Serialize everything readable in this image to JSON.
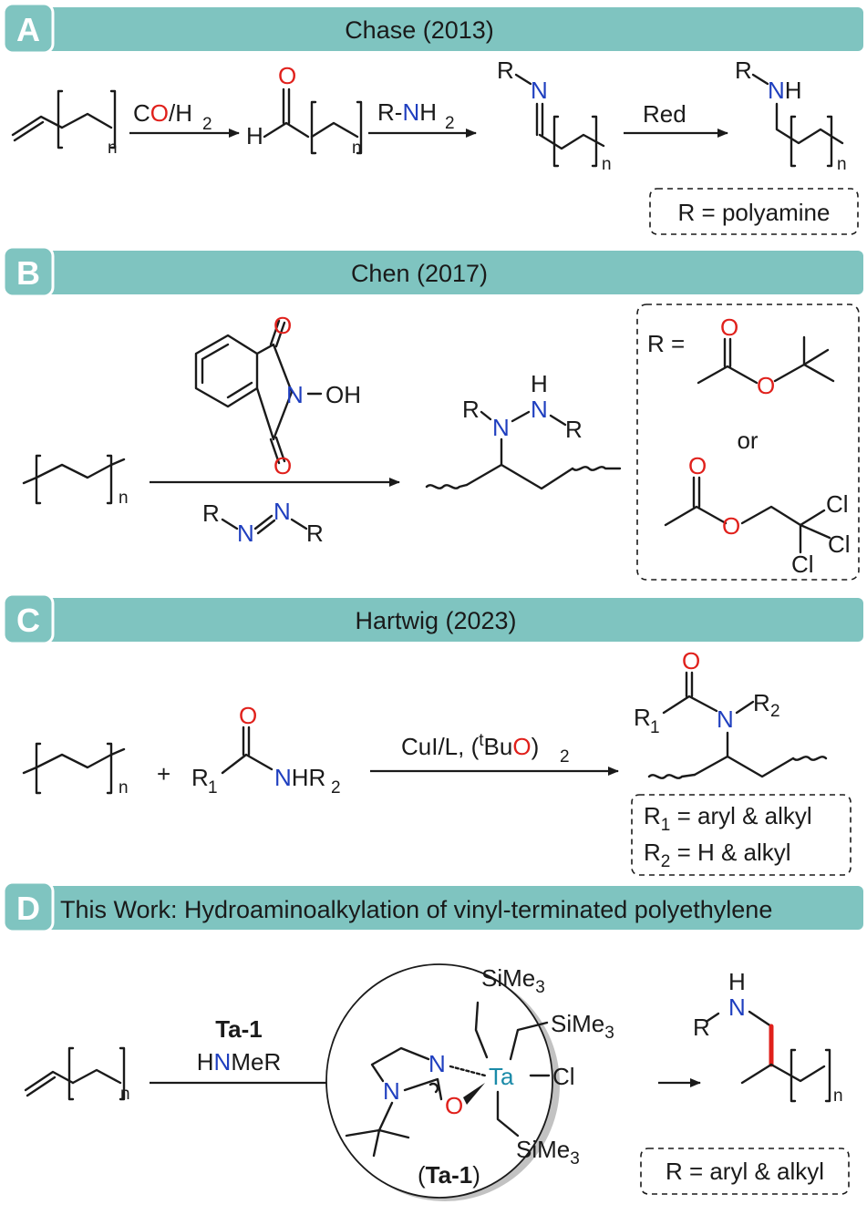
{
  "panels": {
    "a": {
      "badge": "A",
      "title": "Chase (2013)"
    },
    "b": {
      "badge": "B",
      "title": "Chen (2017)"
    },
    "c": {
      "badge": "C",
      "title": "Hartwig (2023)"
    },
    "d": {
      "badge": "D",
      "title": "This Work: Hydroaminoalkylation of vinyl-terminated polyethylene"
    }
  },
  "labels": {
    "n": "n",
    "O": "O",
    "N": "N",
    "H": "H",
    "R": "R",
    "Cl": "Cl",
    "sub2": "2",
    "sub3": "3",
    "sub1": "1",
    "NH": "NH",
    "N_OH": "N",
    "OH": "OH",
    "or": "or",
    "R_eq": "R =",
    "CO_slash_H": "/H",
    "C": "C",
    "R_dash": "R-",
    "Red": "Red",
    "Me3Si": "SiMe",
    "Ta": "Ta",
    "Ta1": "Ta-1",
    "HNMeR_H": "H",
    "HNMeR_rest": "MeR",
    "CuI": "CuI/L, (",
    "tBu_t": "t",
    "tBu_Bu": "Bu",
    "close_paren": ")",
    "HR": "HR",
    "plus": "+",
    "ta1_open": "(",
    "ta1_close": ")"
  },
  "notes": {
    "a_box": "R = polyamine",
    "c_box_r1": "R",
    "c_box_r1_text": " = aryl & alkyl",
    "c_box_r2": "R",
    "c_box_r2_text": " = H & alkyl",
    "d_box": "R = aryl & alkyl"
  },
  "colors": {
    "bar": "#7fc4c0",
    "oxygen": "#e0201b",
    "nitrogen": "#1f3fbf",
    "tantalum": "#1a8aa8",
    "highlight_bond": "#e0201b"
  }
}
